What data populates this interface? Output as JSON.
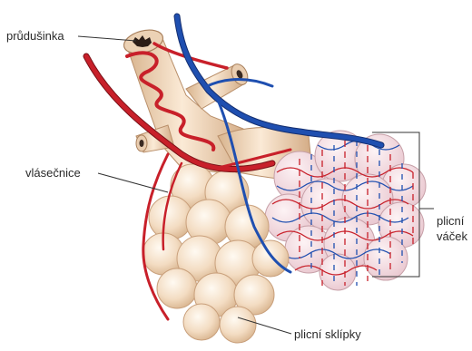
{
  "labels": {
    "bronchiole": "průdušinka",
    "capillary": "vlásečnice",
    "alveoli": "plicní sklípky",
    "alveolar_sac_line1": "plicní",
    "alveolar_sac_line2": "váček"
  },
  "colors": {
    "artery": "#c8202a",
    "vein": "#1f4fb0",
    "tissue": "#f3dcc2",
    "tissue_shade": "#d8b48e",
    "leader": "#333333"
  }
}
